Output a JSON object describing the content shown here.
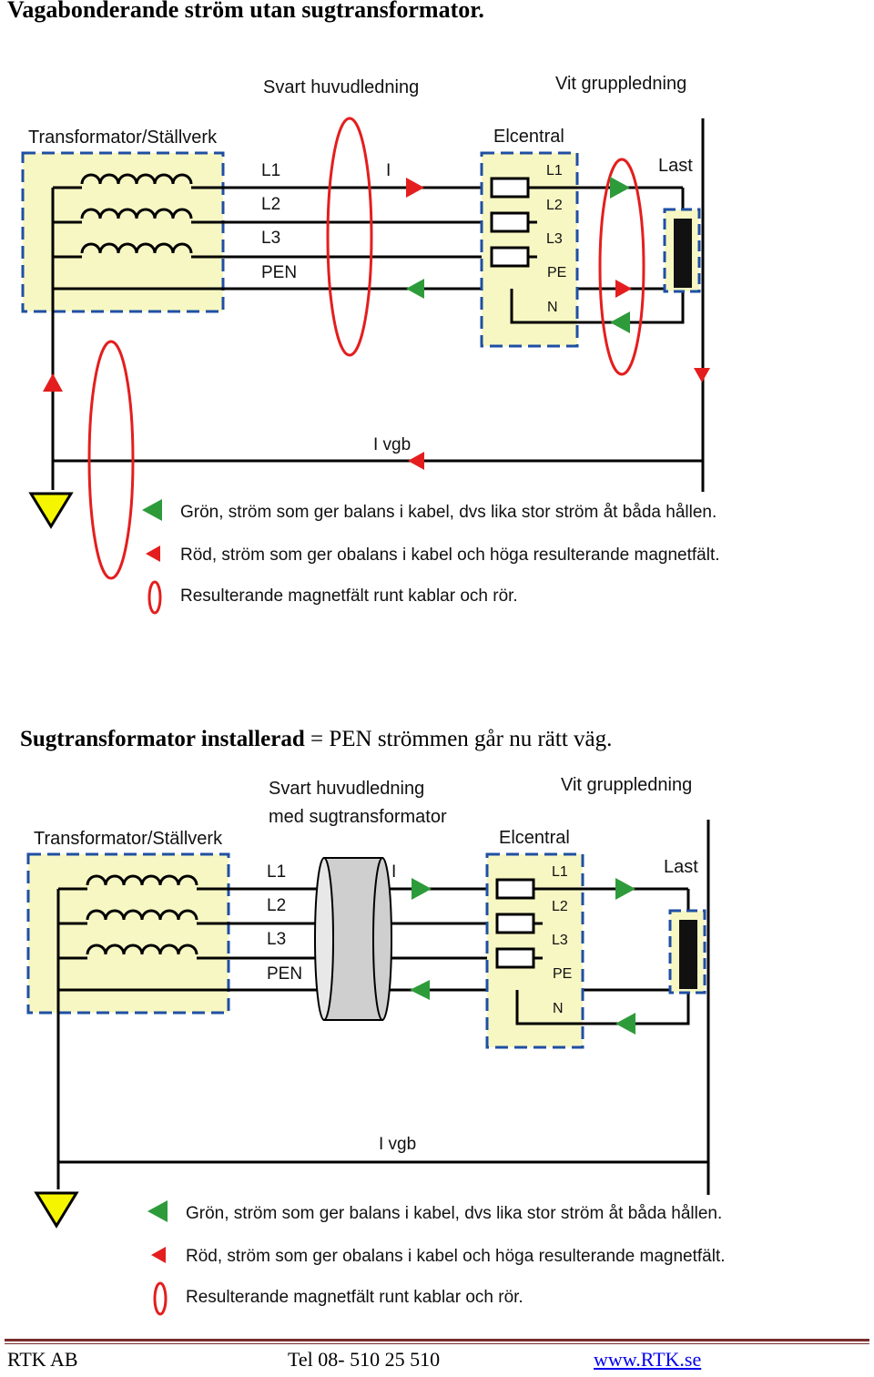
{
  "heading1": "Vagabonderande ström utan sugtransformator.",
  "heading2": {
    "bold": "Sugtransformator installerad",
    "rest": " = PEN strömmen går nu rätt väg."
  },
  "diagram1": {
    "label_main_line": "Svart huvudledning",
    "label_group_line": "Vit gruppledning",
    "label_transformer": "Transformator/Ställverk",
    "label_panel": "Elcentral",
    "label_load": "Last",
    "label_current": "I",
    "label_stray": "I vgb",
    "conductors_main": [
      "L1",
      "L2",
      "L3",
      "PEN"
    ],
    "conductors_panel": [
      "L1",
      "L2",
      "L3",
      "PE",
      "N"
    ]
  },
  "diagram2": {
    "label_main_line_1": "Svart huvudledning",
    "label_main_line_2": "med sugtransformator",
    "label_group_line": "Vit gruppledning",
    "label_transformer": "Transformator/Ställverk",
    "label_panel": "Elcentral",
    "label_load": "Last",
    "label_current": "I",
    "label_stray": "I vgb",
    "conductors_main": [
      "L1",
      "L2",
      "L3",
      "PEN"
    ],
    "conductors_panel": [
      "L1",
      "L2",
      "L3",
      "PE",
      "N"
    ]
  },
  "legend": {
    "green": "Grön, ström som ger balans i kabel, dvs lika stor ström åt båda hållen.",
    "red": "Röd, ström som ger obalans i kabel och höga resulterande magnetfält.",
    "field": "Resulterande magnetfält runt kablar och rör."
  },
  "footer": {
    "company": "RTK AB",
    "phone": "Tel 08- 510 25 510",
    "website": "www.RTK.se"
  },
  "colors": {
    "green": "#2e9b3a",
    "red": "#e41e1e",
    "yellow_fill": "#f7f7c4",
    "box_border": "#1f4fa3",
    "ground": "#f5f500",
    "toroid": "#cfcfcf"
  }
}
